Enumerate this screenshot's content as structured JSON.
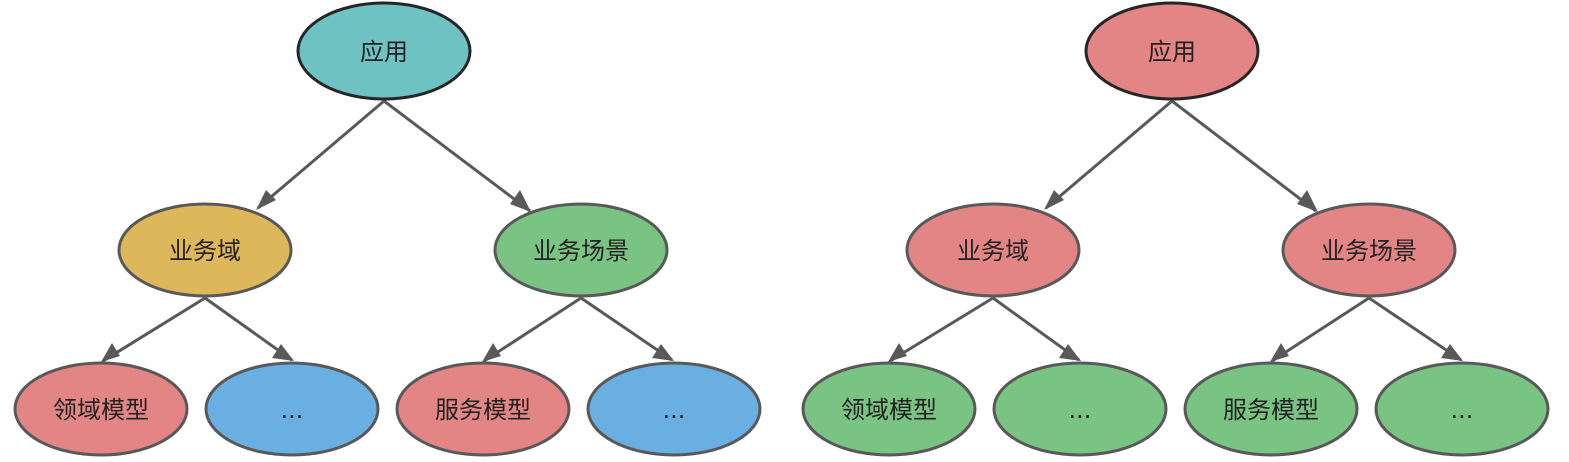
{
  "colors": {
    "teal": "#6EC3C2",
    "yellow": "#DDB75A",
    "green": "#79C383",
    "red": "#E48585",
    "blue": "#6AAFE2",
    "stroke": "#262626",
    "edge": "#595959"
  },
  "left_tree": {
    "root": {
      "label": "应用",
      "color": "teal"
    },
    "domain": {
      "label": "业务域",
      "color": "yellow"
    },
    "scene": {
      "label": "业务场景",
      "color": "green"
    },
    "domain_model": {
      "label": "领域模型",
      "color": "red"
    },
    "domain_more": {
      "label": "...",
      "color": "blue"
    },
    "service_model": {
      "label": "服务模型",
      "color": "red"
    },
    "scene_more": {
      "label": "...",
      "color": "blue"
    }
  },
  "right_tree": {
    "root": {
      "label": "应用",
      "color": "red"
    },
    "domain": {
      "label": "业务域",
      "color": "red"
    },
    "scene": {
      "label": "业务场景",
      "color": "red"
    },
    "domain_model": {
      "label": "领域模型",
      "color": "green"
    },
    "domain_more": {
      "label": "...",
      "color": "green"
    },
    "service_model": {
      "label": "服务模型",
      "color": "green"
    },
    "scene_more": {
      "label": "...",
      "color": "green"
    }
  }
}
